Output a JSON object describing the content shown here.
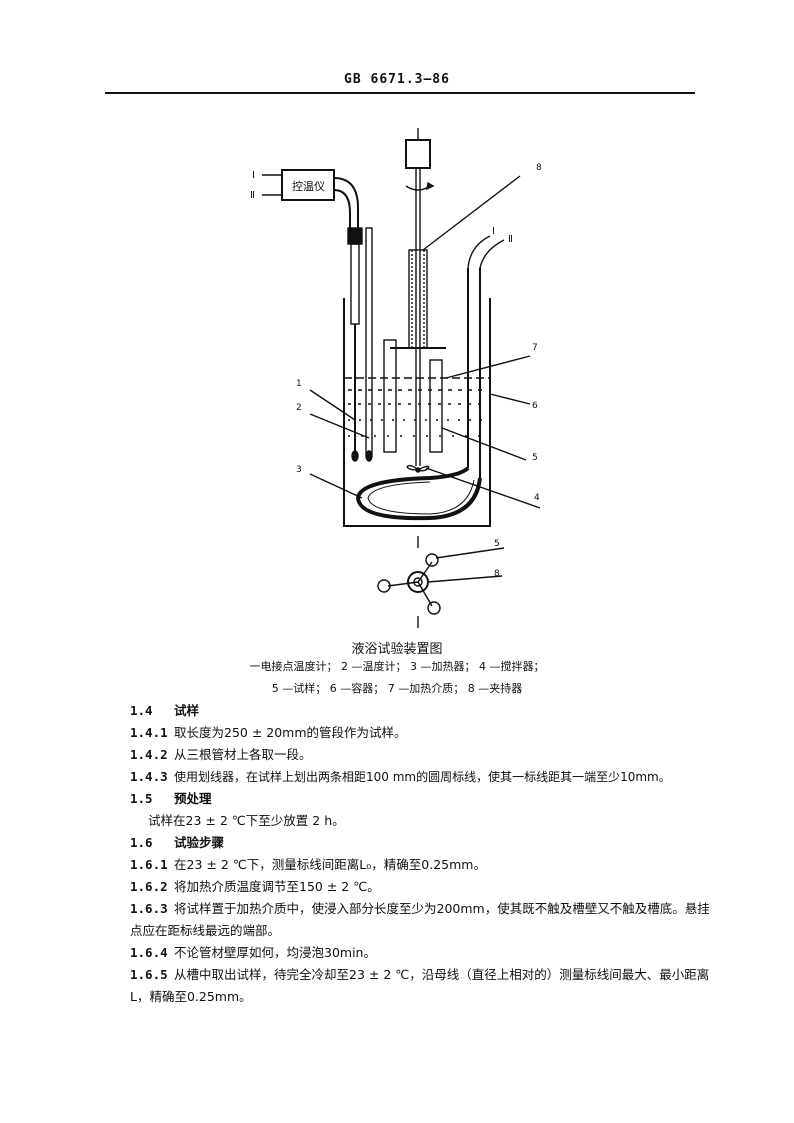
{
  "header": "GB 6671.3—86",
  "figure": {
    "controller_label": "控温仪",
    "roman_I": "I",
    "roman_II": "Ⅱ",
    "labels": [
      "1",
      "2",
      "3",
      "4",
      "5",
      "6",
      "7",
      "8",
      "5",
      "8"
    ],
    "caption": "液浴试验装置图",
    "legend_line1": "一电接点温度计； 2 —温度计； 3 —加热器； 4 —搅拌器；",
    "legend_line2": "5 —试样； 6 —容器； 7 —加热介质； 8 —夹持器"
  },
  "sections": [
    {
      "num": "1.4",
      "text": "试样",
      "type": "title"
    },
    {
      "num": "1.4.1",
      "text": "取长度为250 ± 20mm的管段作为试样。",
      "type": "item"
    },
    {
      "num": "1.4.2",
      "text": "从三根管材上各取一段。",
      "type": "item"
    },
    {
      "num": "1.4.3",
      "text": "使用划线器，在试样上划出两条相距100 mm的圆周标线，使其一标线距其一端至少10mm。",
      "type": "item"
    },
    {
      "num": "1.5",
      "text": "预处理",
      "type": "title"
    },
    {
      "num": "",
      "text": "试样在23 ± 2 ℃下至少放置 2 h。",
      "type": "plain"
    },
    {
      "num": "1.6",
      "text": "试验步骤",
      "type": "title"
    },
    {
      "num": "1.6.1",
      "text": "在23 ± 2 ℃下，测量标线间距离L₀，精确至0.25mm。",
      "type": "item"
    },
    {
      "num": "1.6.2",
      "text": "将加热介质温度调节至150 ± 2 ℃。",
      "type": "item"
    },
    {
      "num": "1.6.3",
      "text": "将试样置于加热介质中，使浸入部分长度至少为200mm，使其既不触及槽壁又不触及槽底。悬挂点应在距标线最远的端部。",
      "type": "item"
    },
    {
      "num": "1.6.4",
      "text": "不论管材壁厚如何，均浸泡30min。",
      "type": "item"
    },
    {
      "num": "1.6.5",
      "text": "从槽中取出试样，待完全冷却至23 ± 2 ℃，沿母线（直径上相对的）测量标线间最大、最小距离L，精确至0.25mm。",
      "type": "item"
    }
  ]
}
